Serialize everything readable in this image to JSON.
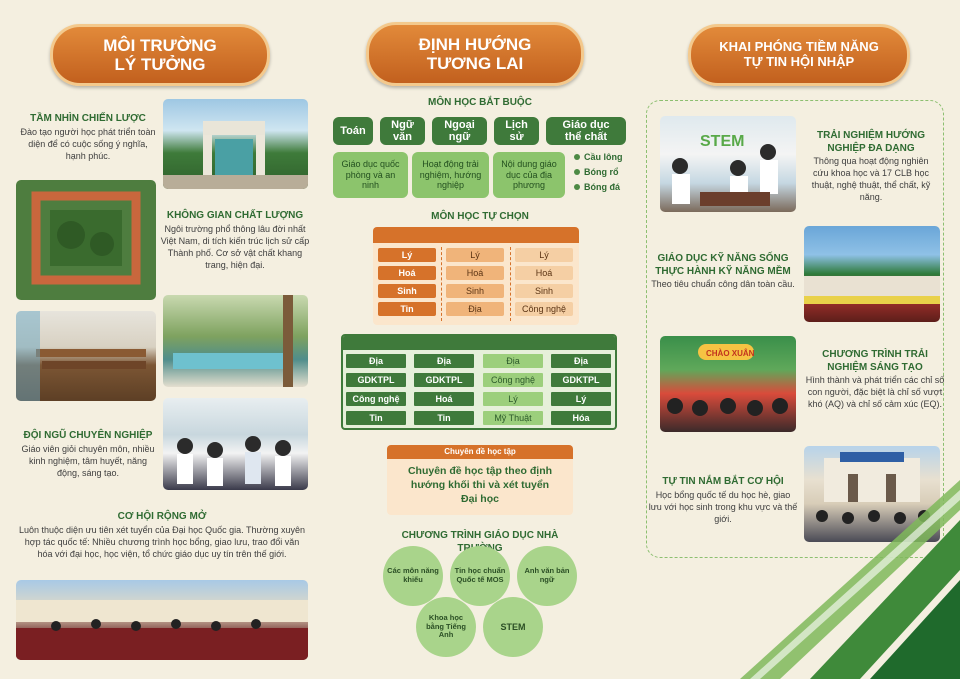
{
  "colors": {
    "bg": "#f4efe0",
    "green_dark": "#3f7a3b",
    "green_light": "#8cc46c",
    "orange": "#d6722a",
    "orange_light": "#f2c896"
  },
  "col1": {
    "banner": [
      "MÔI TRƯỜNG",
      "LÝ TƯỞNG"
    ],
    "vision": {
      "title": "TẦM NHÌN CHIẾN LƯỢC",
      "text": "Đào tạo người học phát triển toàn diện để có cuộc sống ý nghĩa, hạnh phúc."
    },
    "space": {
      "title": "KHÔNG GIAN CHẤT LƯỢNG",
      "text": "Ngôi trường phổ thông lâu đời nhất Việt Nam, di tích kiến trúc lịch sử cấp Thành phố. Cơ sở vật chất khang trang, hiện đại."
    },
    "team": {
      "title": "ĐỘI NGŨ CHUYÊN NGHIỆP",
      "text": "Giáo viên giỏi chuyên môn, nhiều kinh nghiệm, tâm huyết, năng động, sáng tạo."
    },
    "opportunity": {
      "title": "CƠ HỘI RỘNG MỞ",
      "text": "Luôn thuộc diện ưu tiên xét tuyển của Đại học Quốc gia. Thường xuyên hợp tác quốc tế: Nhiều chương trình học bổng, giao lưu, trao đổi văn hóa với đại học, học viện, tổ chức giáo dục uy tín trên thế giới."
    }
  },
  "col2": {
    "banner": [
      "ĐỊNH HƯỚNG",
      "TƯƠNG LAI"
    ],
    "required_title": "MÔN HỌC BẮT BUỘC",
    "required": [
      "Toán",
      "Ngữ văn",
      "Ngoại ngữ",
      "Lịch sử",
      "Giáo dục thể chất"
    ],
    "required_light": [
      "Giáo dục quốc phòng và an ninh",
      "Hoạt động trải nghiệm, hướng nghiệp",
      "Nội dung giáo dục của địa phương"
    ],
    "sports": [
      "Cầu lông",
      "Bóng rổ",
      "Bóng đá"
    ],
    "elective_title": "MÔN HỌC TỰ CHỌN",
    "orange_table": [
      [
        "Lý",
        "Hoá",
        "Sinh",
        "Tin"
      ],
      [
        "Lý",
        "Hoá",
        "Sinh",
        "Địa"
      ],
      [
        "Lý",
        "Hoá",
        "Sinh",
        "Công nghệ"
      ]
    ],
    "green_table": [
      [
        "Địa",
        "GDKTPL",
        "Công nghệ",
        "Tin"
      ],
      [
        "Địa",
        "GDKTPL",
        "Hoá",
        "Tin"
      ],
      [
        "Địa",
        "Công nghệ",
        "Lý",
        "Mỹ Thuật"
      ],
      [
        "Địa",
        "GDKTPL",
        "Lý",
        "Hóa"
      ]
    ],
    "topic_header": "Chuyên đề học tập",
    "topic_text": "Chuyên đề học tập theo định hướng khối thi và xét tuyển Đại học",
    "school_program_title": "CHƯƠNG TRÌNH GIÁO DỤC NHÀ TRƯỜNG",
    "circles": [
      "Các môn năng khiếu",
      "Tin học chuẩn Quốc tế MOS",
      "Anh văn bản ngữ",
      "Khoa học bằng Tiếng Anh",
      "STEM"
    ]
  },
  "col3": {
    "banner": [
      "KHAI PHÓNG TIỀM NĂNG",
      "TỰ TIN HỘI NHẬP"
    ],
    "career": {
      "title": "TRẢI NGHIỆM HƯỚNG NGHIỆP ĐA DẠNG",
      "text": "Thông qua hoạt động nghiên cứu khoa học và 17 CLB học thuật, nghệ thuật, thể chất, kỹ năng."
    },
    "skills": {
      "title": "GIÁO DỤC KỸ NĂNG SỐNG THỰC HÀNH KỸ NĂNG MỀM",
      "text": "Theo tiêu chuẩn công dân toàn cầu."
    },
    "creative": {
      "title": "CHƯƠNG TRÌNH TRẢI NGHIỆM SÁNG TẠO",
      "text": "Hình thành và phát triển các chỉ số con người, đặc biệt là chỉ số vượt khó (AQ) và chỉ số cảm xúc (EQ)."
    },
    "chance": {
      "title": "TỰ TIN NẮM BẮT CƠ HỘI",
      "text": "Học bổng quốc tế du học hè, giao lưu với học sinh trong khu vực và thế giới."
    },
    "stem_sign": "STEM",
    "festival_sign": "CHÀO XUÂN"
  }
}
